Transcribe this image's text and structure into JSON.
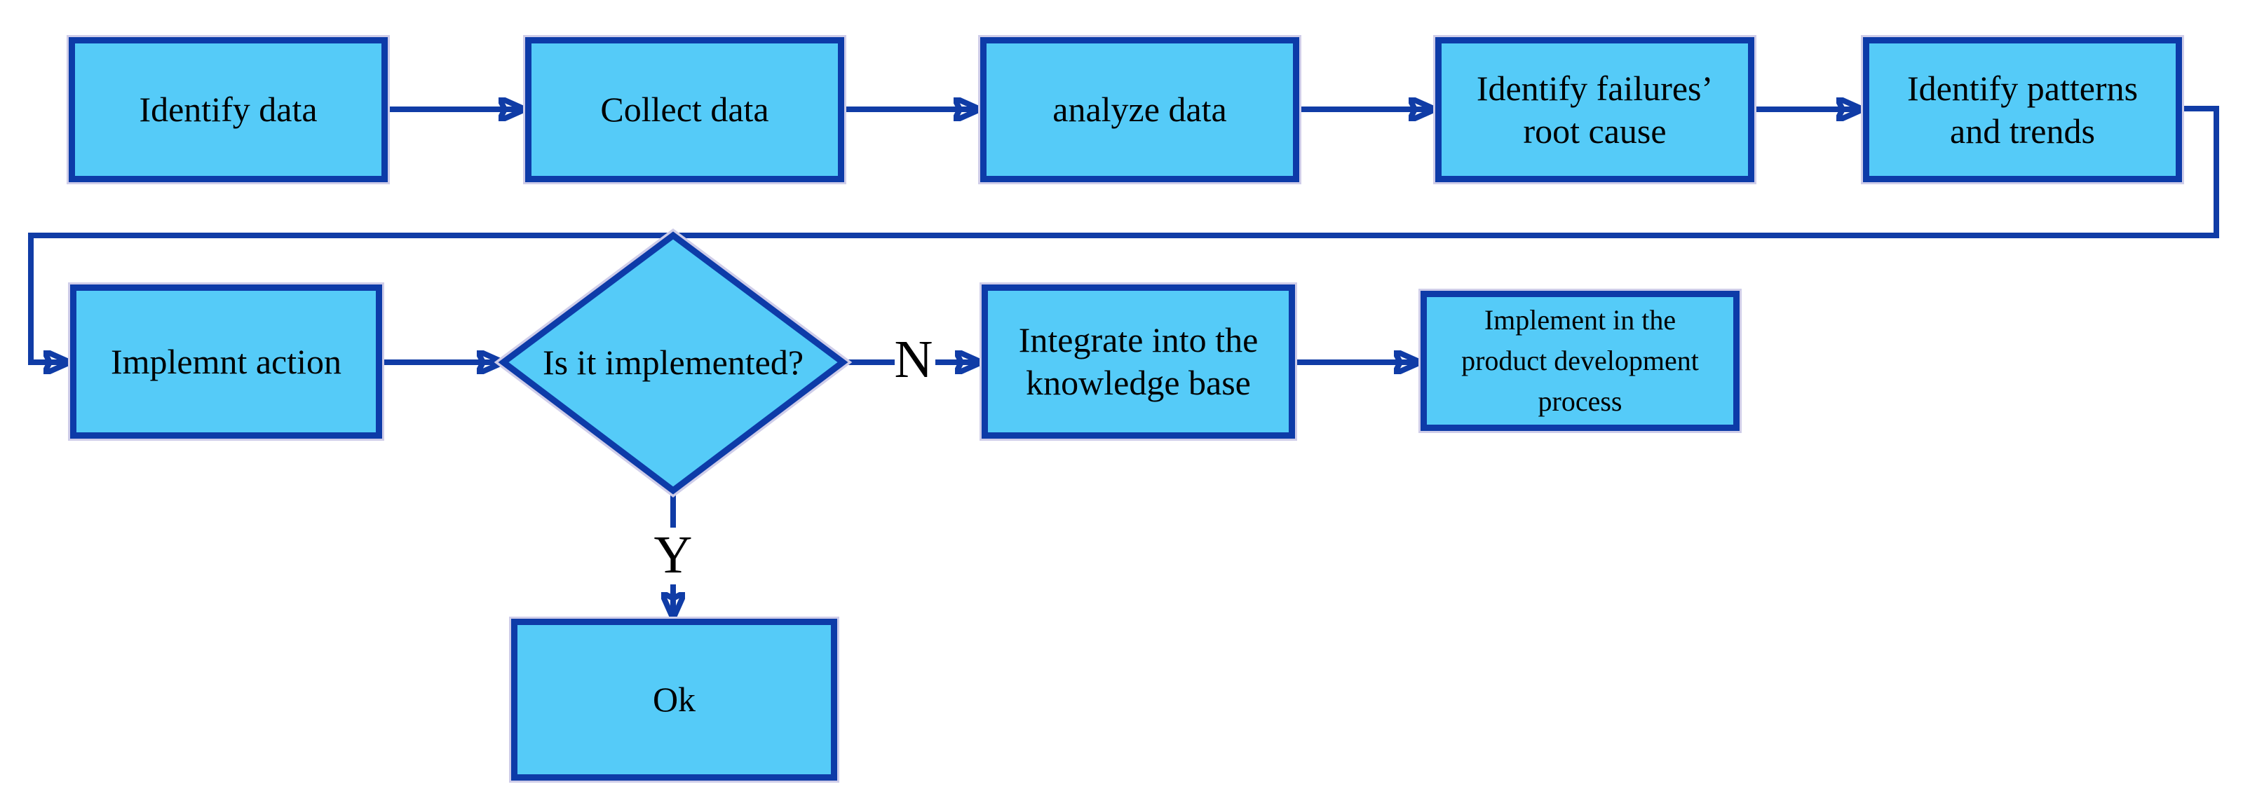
{
  "diagram": {
    "type": "flowchart",
    "colors": {
      "node_fill": "#55CBF8",
      "node_border": "#0D3BA8",
      "connector": "#103CA6",
      "halo": "#CFCDE9",
      "text": "#000000"
    },
    "nodes": [
      {
        "id": "identify-data",
        "shape": "rect",
        "label": "Identify data"
      },
      {
        "id": "collect-data",
        "shape": "rect",
        "label": "Collect data"
      },
      {
        "id": "analyze-data",
        "shape": "rect",
        "label": "analyze data"
      },
      {
        "id": "identify-failures-root-cause",
        "shape": "rect",
        "label": "Identify failures’\nroot cause"
      },
      {
        "id": "identify-patterns-and-trends",
        "shape": "rect",
        "label": "Identify patterns\nand trends"
      },
      {
        "id": "implemnt-action",
        "shape": "rect",
        "label": "Implemnt action"
      },
      {
        "id": "is-it-implemented",
        "shape": "diamond",
        "label": "Is it implemented?"
      },
      {
        "id": "integrate-knowledge-base",
        "shape": "rect",
        "label": "Integrate into the\nknowledge base"
      },
      {
        "id": "implement-product-development-process",
        "shape": "rect",
        "label": "Implement in the\nproduct development\nprocess"
      },
      {
        "id": "ok",
        "shape": "rect",
        "label": "Ok"
      }
    ],
    "edge_labels": {
      "no": "N",
      "yes": "Y"
    },
    "edges": [
      {
        "from": "identify-data",
        "to": "collect-data"
      },
      {
        "from": "collect-data",
        "to": "analyze-data"
      },
      {
        "from": "analyze-data",
        "to": "identify-failures-root-cause"
      },
      {
        "from": "identify-failures-root-cause",
        "to": "identify-patterns-and-trends"
      },
      {
        "from": "identify-patterns-and-trends",
        "to": "implemnt-action"
      },
      {
        "from": "implemnt-action",
        "to": "is-it-implemented"
      },
      {
        "from": "is-it-implemented",
        "to": "integrate-knowledge-base",
        "label": "N"
      },
      {
        "from": "integrate-knowledge-base",
        "to": "implement-product-development-process"
      },
      {
        "from": "is-it-implemented",
        "to": "ok",
        "label": "Y"
      }
    ]
  }
}
